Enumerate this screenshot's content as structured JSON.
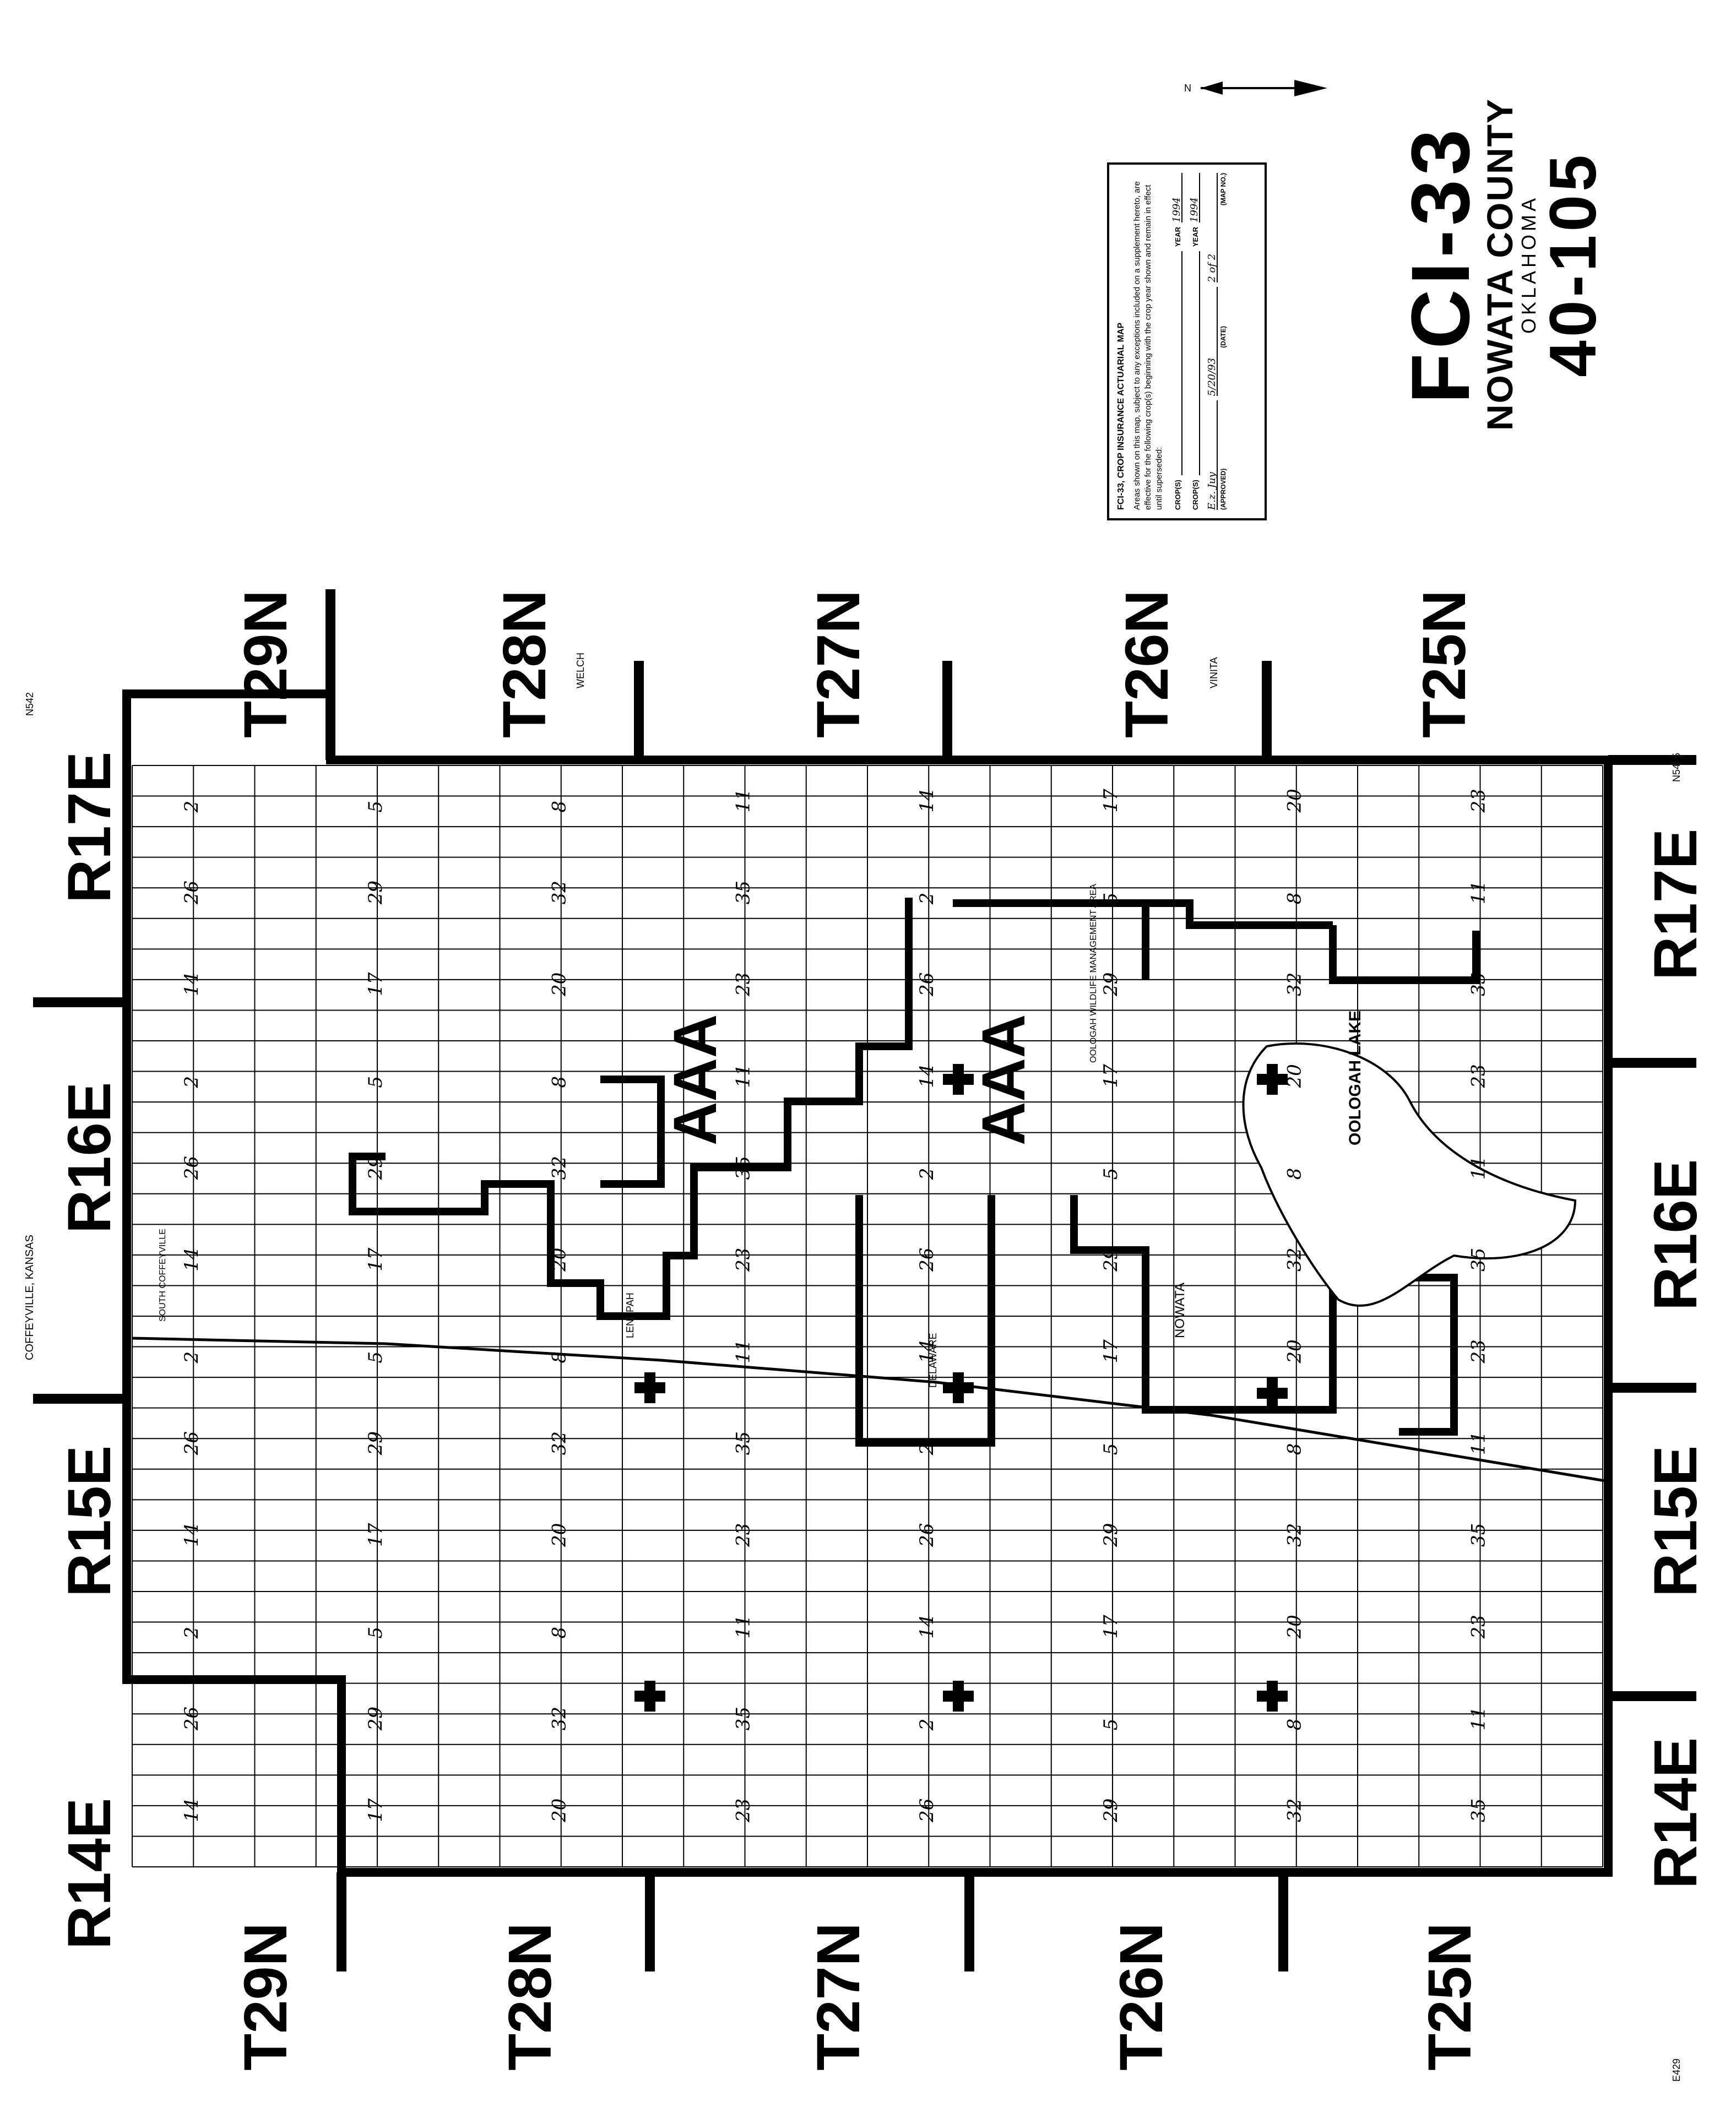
{
  "map": {
    "township_labels": [
      "T29N",
      "T28N",
      "T27N",
      "T26N",
      "T25N"
    ],
    "range_labels": [
      "R14E",
      "R15E",
      "R16E",
      "R17E"
    ],
    "section_numbers": [
      "2",
      "5",
      "8",
      "11",
      "14",
      "17",
      "20",
      "23",
      "26",
      "29",
      "32",
      "35"
    ],
    "feature_labels": {
      "lake": "OOLOGAH LAKE",
      "wildlife_area": "OOLOGAH WILDLIFE MANAGEMENT AREA",
      "city": "NOWATA",
      "coffeyville": "COFFEYVILLE, KANSAS",
      "welch": "WELCH",
      "vinita": "VINITA",
      "lenapah": "LENAPAH",
      "delaware": "DELAWARE",
      "south_coffeyville": "SOUTH COFFEYVILLE"
    },
    "special_area_marks": [
      "AAA",
      "AAA"
    ],
    "north_arrow_label": "N",
    "edge_code_labels": [
      "N542",
      "N5425",
      "E429"
    ]
  },
  "legend": {
    "title": "FCI-33, CROP INSURANCE ACTUARIAL MAP",
    "body": "Areas shown on this map, subject to any exceptions included on a supplement hereto, are effective for the following crop(s) beginning with the crop year shown and remain in effect until superseded:",
    "crops_label_1": "CROP(S)",
    "year_label_1": "YEAR",
    "year_value_1": "1994",
    "crops_label_2": "CROP(S)",
    "year_label_2": "YEAR",
    "year_value_2": "1994",
    "approved_signature": "E.z. Juy",
    "date_value": "5/20/93",
    "map_no_value": "2 of 2",
    "approved_label": "(APPROVED)",
    "date_label": "(DATE)",
    "map_no_label": "(MAP NO.)"
  },
  "title_block": {
    "form": "FCI-33",
    "county": "NOWATA COUNTY",
    "state": "OKLAHOMA",
    "code": "40-105"
  }
}
